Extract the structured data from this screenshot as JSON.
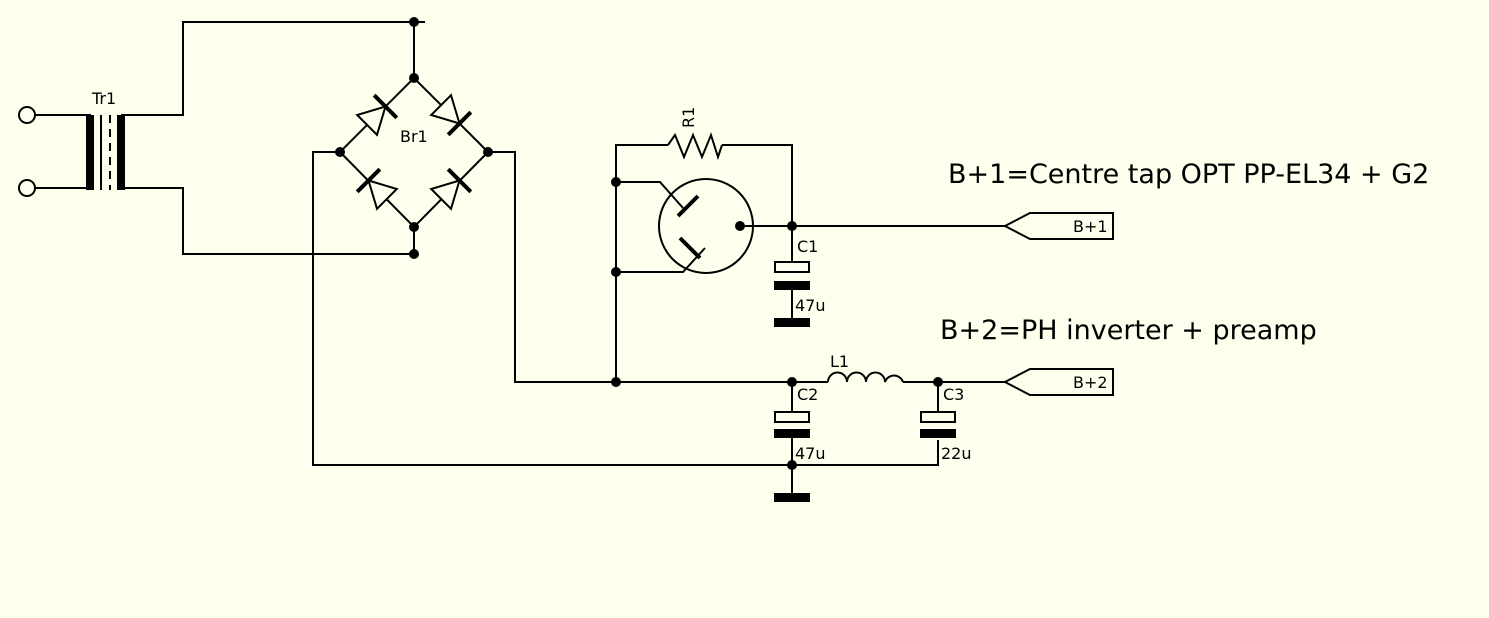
{
  "schematic": {
    "colors": {
      "background": "#FFFFEE",
      "ink": "#000000"
    },
    "components": {
      "transformer": {
        "ref": "Tr1"
      },
      "bridge": {
        "ref": "Br1"
      },
      "resistor": {
        "ref": "R1"
      },
      "cap1": {
        "ref": "C1",
        "value": "47u"
      },
      "cap2": {
        "ref": "C2",
        "value": "47u"
      },
      "cap3": {
        "ref": "C3",
        "value": "22u"
      },
      "inductor": {
        "ref": "L1"
      }
    },
    "ports": {
      "out1": "B+1",
      "out2": "B+2"
    },
    "notes": {
      "b1": "B+1=Centre tap OPT PP-EL34 + G2",
      "b2": "B+2=PH inverter + preamp"
    }
  }
}
